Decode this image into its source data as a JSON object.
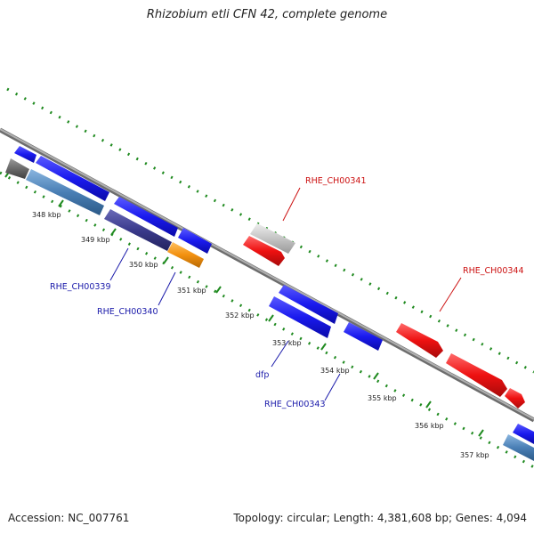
{
  "title": "Rhizobium etli CFN 42, complete genome",
  "footer": {
    "accession": "Accession: NC_007761",
    "topology": "Topology: circular; Length: 4,381,608 bp; Genes: 4,094"
  },
  "kbp_labels": [
    "348 kbp",
    "349 kbp",
    "350 kbp",
    "351 kbp",
    "352 kbp",
    "353 kbp",
    "354 kbp",
    "355 kbp",
    "356 kbp",
    "357 kbp"
  ],
  "gene_labels": {
    "rhe_ch00339": "RHE_CH00339",
    "rhe_ch00340": "RHE_CH00340",
    "dfp": "dfp",
    "rhe_ch00343": "RHE_CH00343",
    "rhe_ch00341": "RHE_CH00341",
    "rhe_ch00344": "RHE_CH00344"
  },
  "colors": {
    "backbone": "#8c8c8c",
    "tick_green": "#1f8a1f",
    "gene_blue": "#1a1aee",
    "gene_red": "#ee1111",
    "gene_orange": "#f2900f",
    "gene_gray": "#bdbdbd",
    "gene_dark_gray": "#6a6a6a",
    "gene_slate": "#4a7fb5",
    "gene_indigo": "#3a3a8c",
    "label_blue": "#1a1aaa",
    "label_red": "#cc1111"
  }
}
